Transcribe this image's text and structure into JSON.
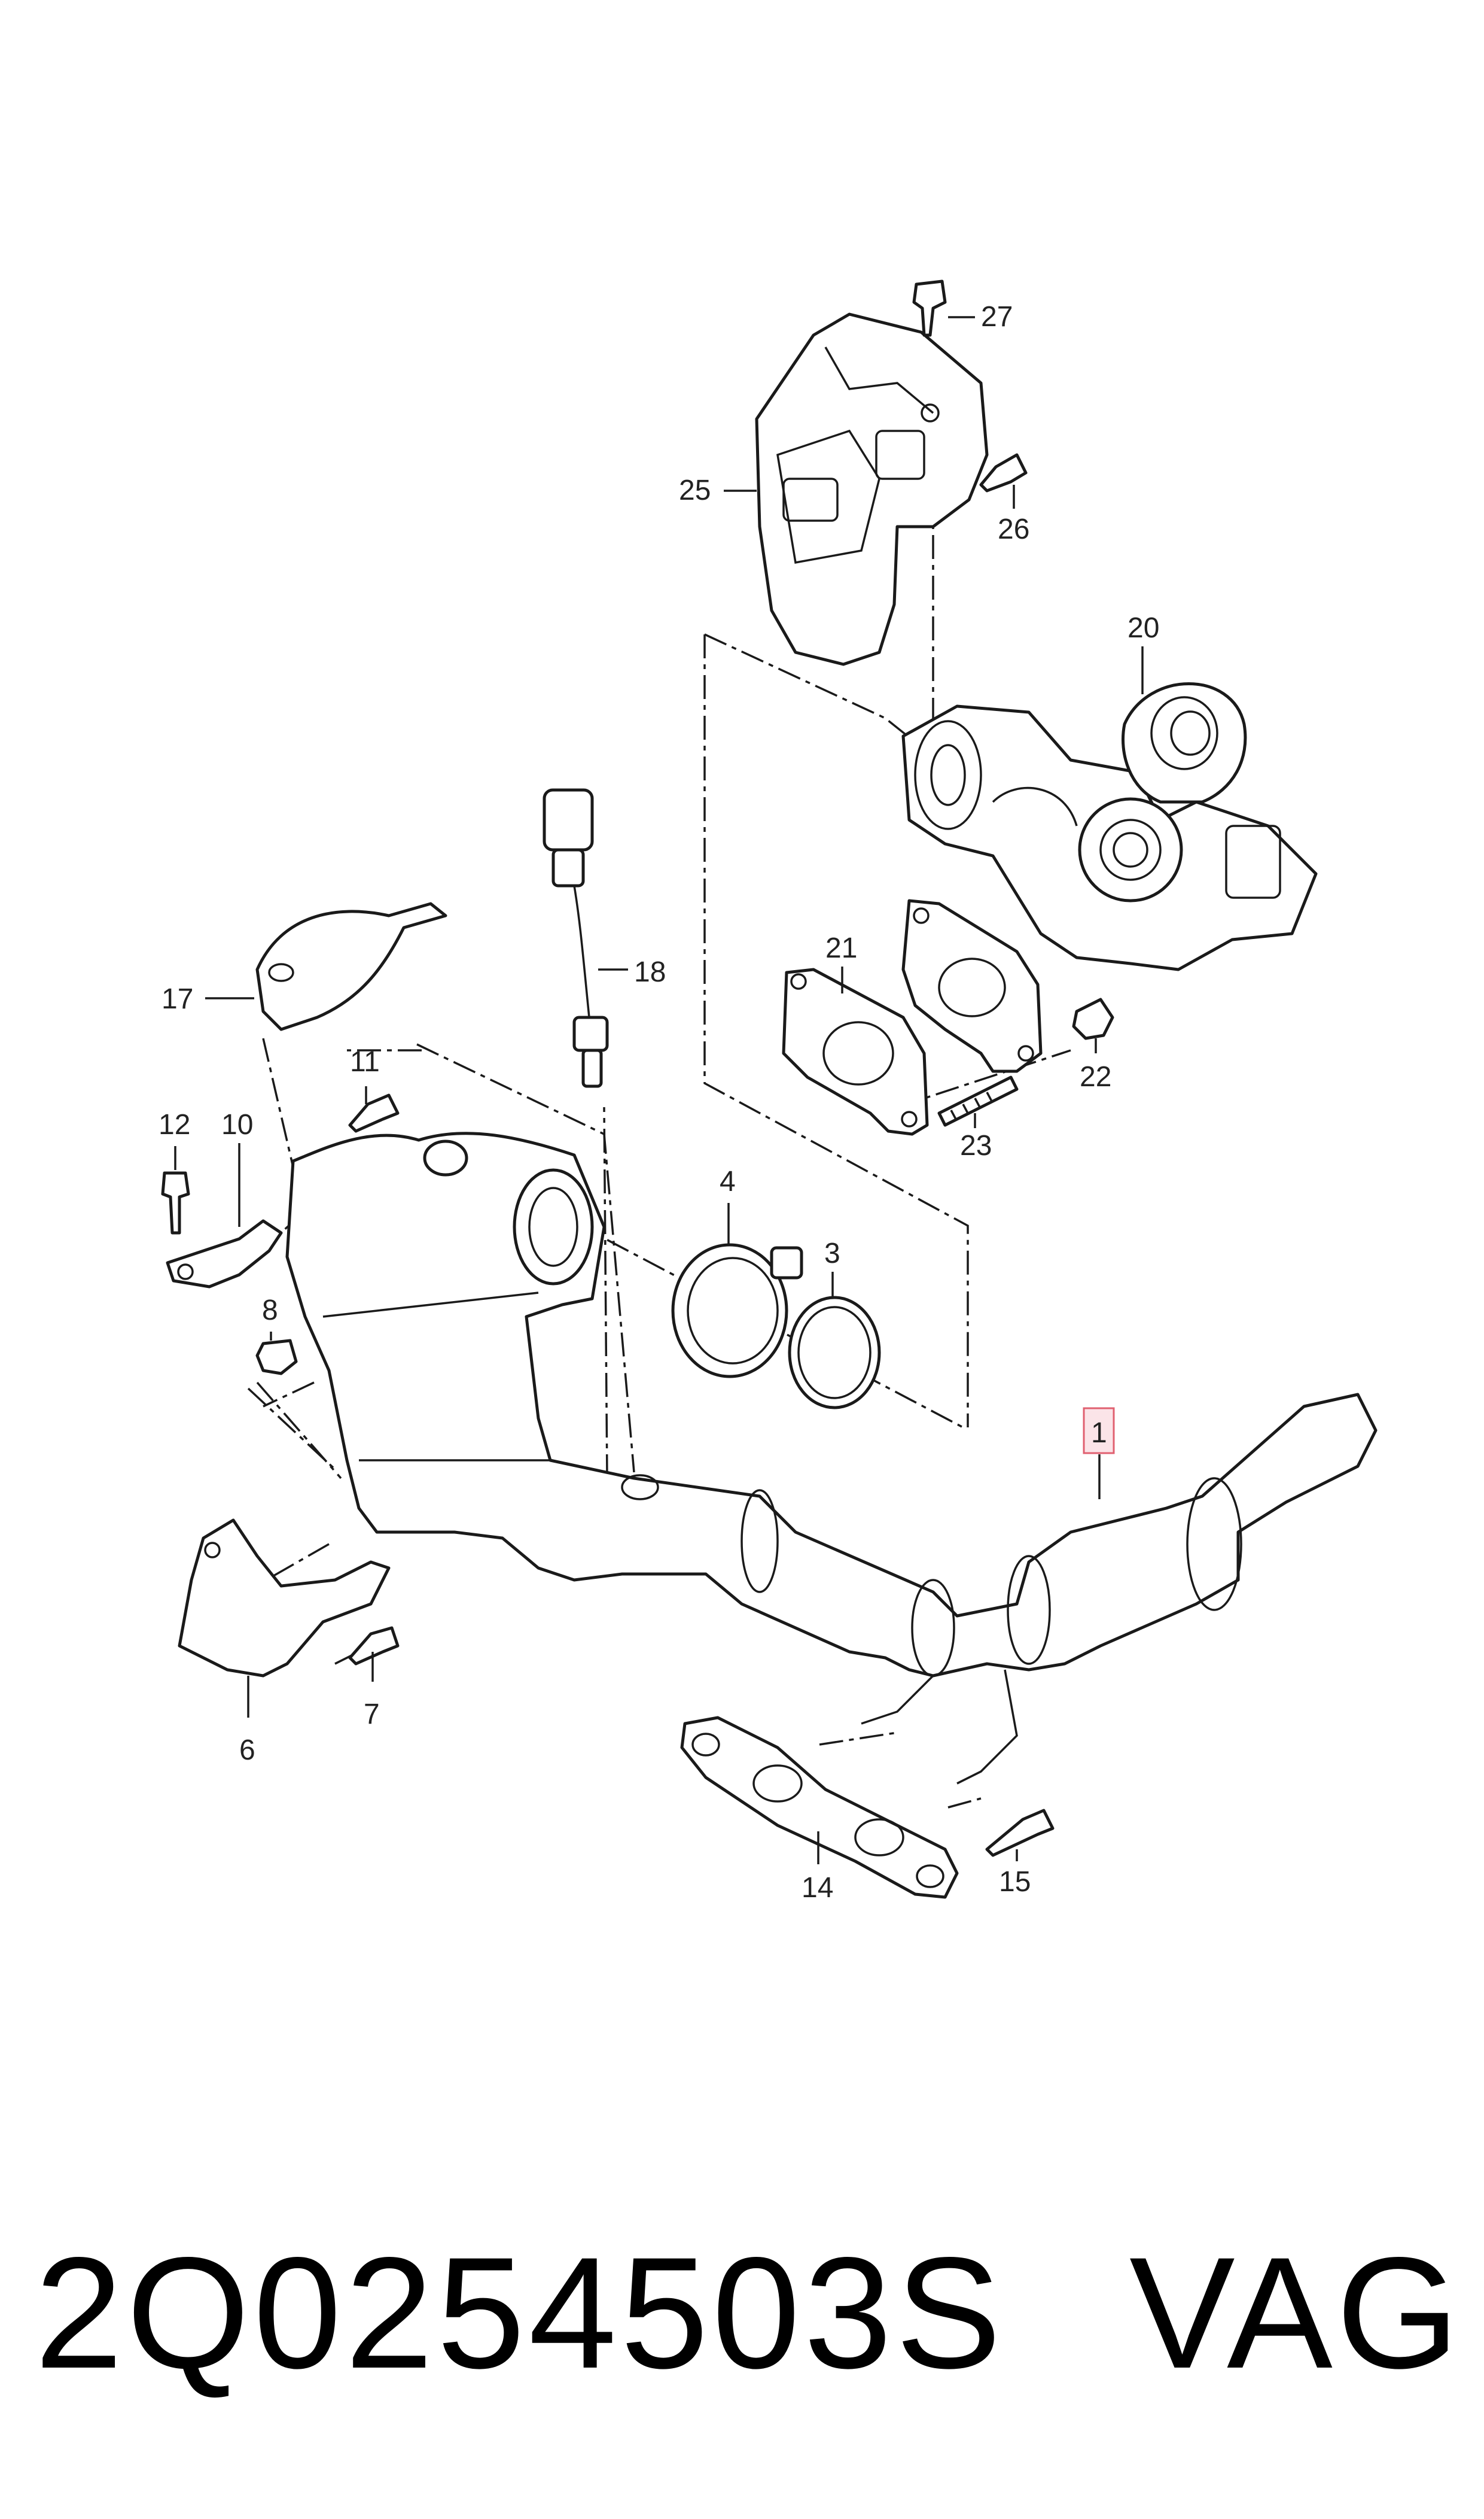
{
  "labels": {
    "l1": "1",
    "l3": "3",
    "l4": "4",
    "l6": "6",
    "l7": "7",
    "l8": "8",
    "l10": "10",
    "l11": "11",
    "l12": "12",
    "l14": "14",
    "l15": "15",
    "l17": "17",
    "l18": "18",
    "l20": "20",
    "l21": "21",
    "l22": "22",
    "l23": "23",
    "l25": "25",
    "l26": "26",
    "l27": "27"
  },
  "footer": {
    "part_number": "2Q0254503S",
    "brand": "VAG"
  },
  "colors": {
    "line": "#1a1a1a",
    "highlight_box": "#e06070",
    "highlight_fill": "#fbe4e8"
  }
}
